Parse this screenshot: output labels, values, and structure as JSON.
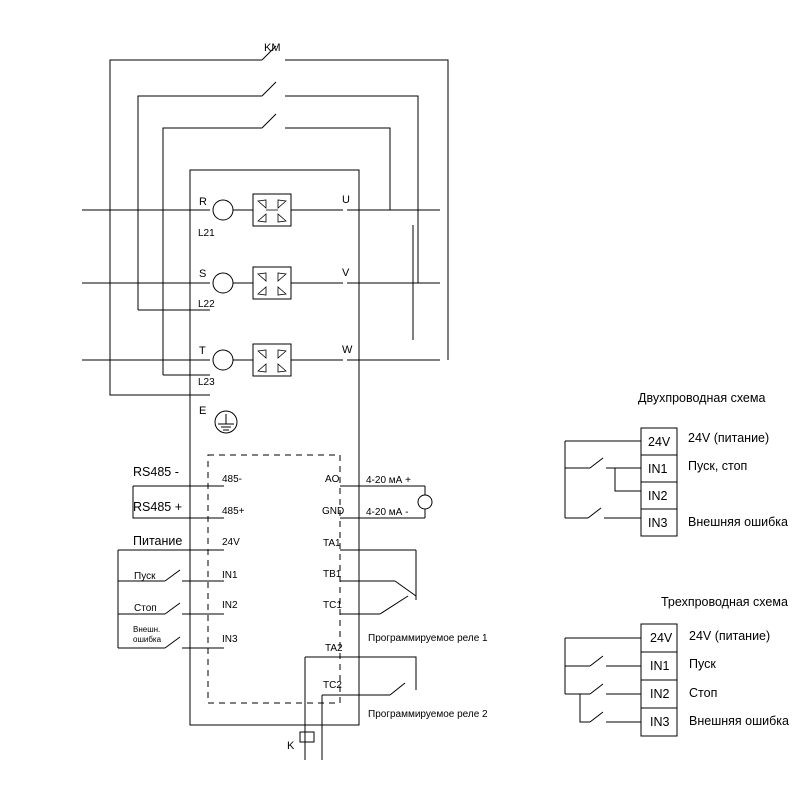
{
  "colors": {
    "line": "#000000",
    "background": "#ffffff"
  },
  "contactor": {
    "label": "KM"
  },
  "phases": [
    {
      "in_label": "R",
      "sensor_label": "L21",
      "out_label": "U"
    },
    {
      "in_label": "S",
      "sensor_label": "L22",
      "out_label": "V"
    },
    {
      "in_label": "T",
      "sensor_label": "L23",
      "out_label": "W"
    }
  ],
  "ground": {
    "label": "E"
  },
  "left_terminals": [
    "485-",
    "485+",
    "24V",
    "IN1",
    "IN2",
    "IN3"
  ],
  "right_terminals": [
    "AO",
    "GND",
    "TA1",
    "TB1",
    "TC1",
    "TA2",
    "TC2"
  ],
  "external_left": {
    "rs485_minus": "RS485 -",
    "rs485_plus": "RS485 +",
    "power": "Питание",
    "start": "Пуск",
    "stop": "Стоп",
    "ext_fault_line1": "Внешн.",
    "ext_fault_line2": "ошибка"
  },
  "analog_output": {
    "plus": "4-20 мА +",
    "minus": "4-20 мА -"
  },
  "relays": {
    "relay1": "Программируемое реле 1",
    "relay2": "Программируемое реле 2"
  },
  "coil": {
    "label": "K"
  },
  "two_wire": {
    "title": "Двухпроводная схема",
    "rows": [
      {
        "terminal": "24V",
        "desc": "24V (питание)"
      },
      {
        "terminal": "IN1",
        "desc": "Пуск, стоп"
      },
      {
        "terminal": "IN2",
        "desc": ""
      },
      {
        "terminal": "IN3",
        "desc": "Внешняя ошибка"
      }
    ]
  },
  "three_wire": {
    "title": "Трехпроводная схема",
    "rows": [
      {
        "terminal": "24V",
        "desc": "24V (питание)"
      },
      {
        "terminal": "IN1",
        "desc": "Пуск"
      },
      {
        "terminal": "IN2",
        "desc": "Стоп"
      },
      {
        "terminal": "IN3",
        "desc": "Внешняя ошибка"
      }
    ]
  }
}
